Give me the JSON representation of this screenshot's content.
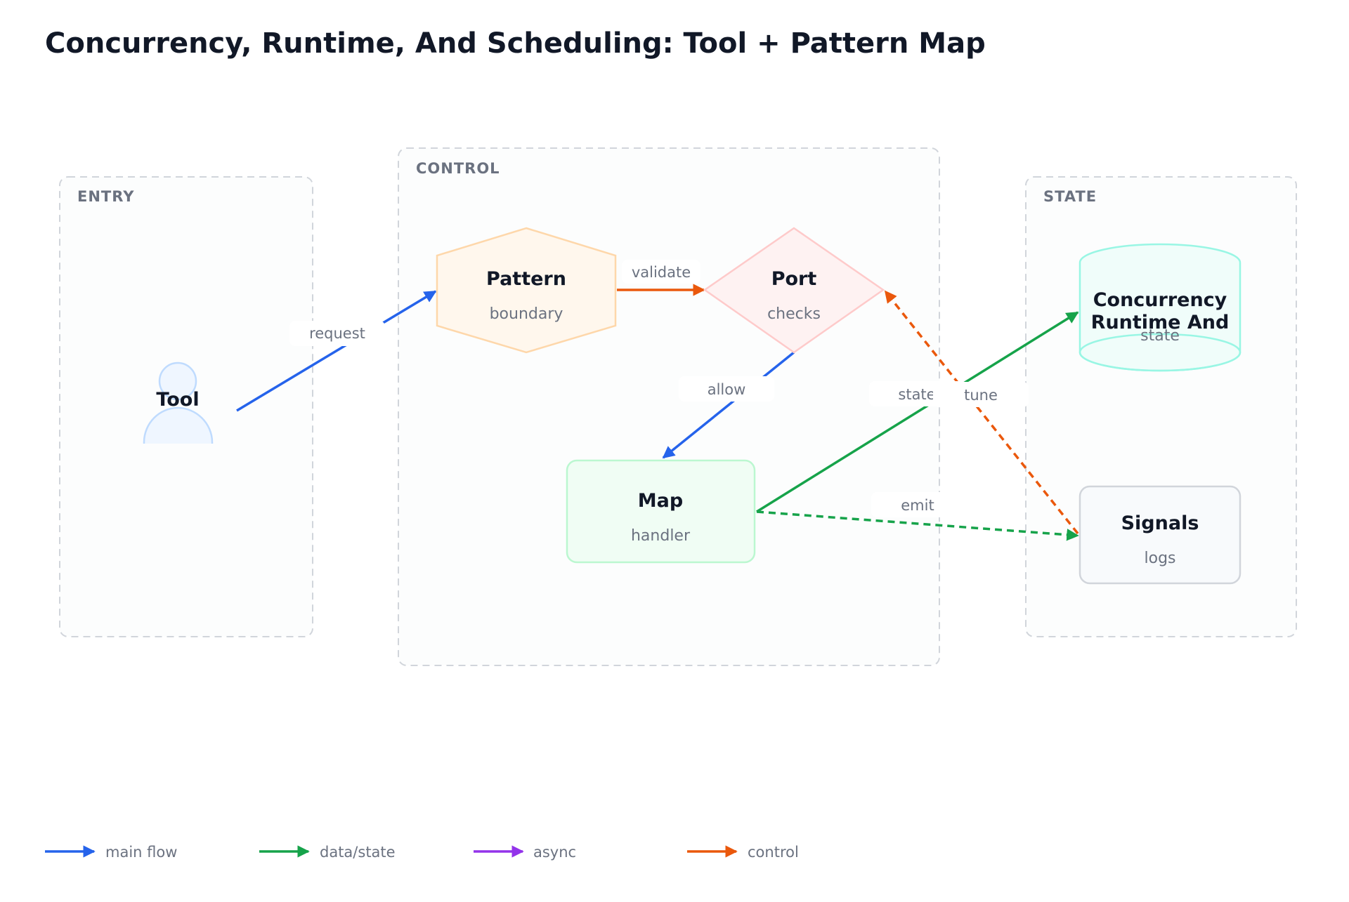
{
  "title": "Concurrency, Runtime, And Scheduling: Tool + Pattern Map",
  "groups": {
    "entry": "ENTRY",
    "control": "CONTROL",
    "state": "STATE"
  },
  "nodes": {
    "tool": {
      "title": "Tool"
    },
    "pattern": {
      "title": "Pattern",
      "sub": "boundary"
    },
    "port": {
      "title": "Port",
      "sub": "checks"
    },
    "map": {
      "title": "Map",
      "sub": "handler"
    },
    "store": {
      "title_line1": "Concurrency",
      "title_line2": "Runtime And",
      "sub": "state"
    },
    "signals": {
      "title": "Signals",
      "sub": "logs"
    }
  },
  "edges": {
    "request": "request",
    "validate": "validate",
    "allow": "allow",
    "state": "state",
    "tune": "tune",
    "emit": "emit"
  },
  "legend": {
    "main": "main flow",
    "data": "data/state",
    "async": "async",
    "control": "control"
  },
  "colors": {
    "main": "#2563eb",
    "data": "#16a34a",
    "async": "#9333ea",
    "control": "#ea580c"
  }
}
